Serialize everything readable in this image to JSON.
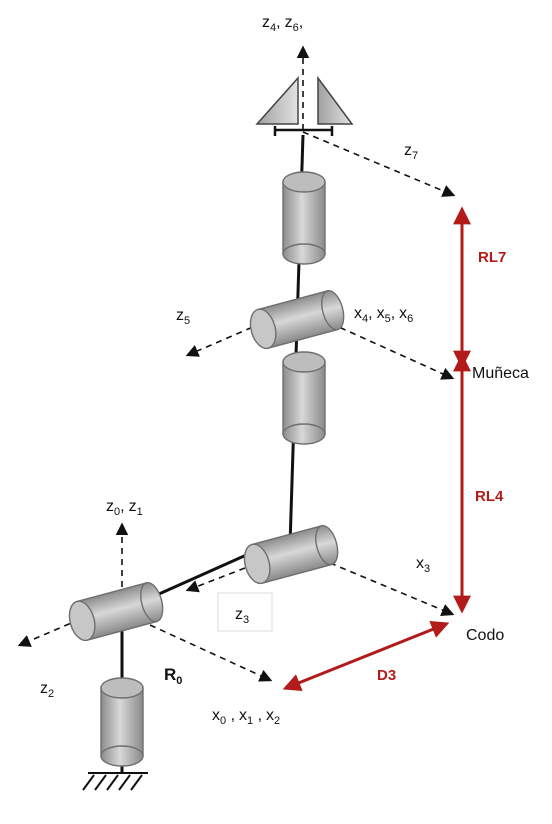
{
  "colors": {
    "link": "#111111",
    "dimension": "#b31b1b",
    "axis": "#111111",
    "joint_body": "#a8a8a8",
    "joint_edge": "#6e6e6e"
  },
  "labels": {
    "z4": {
      "base": "z",
      "sub": "4",
      "after": ","
    },
    "z6": {
      "base": "z",
      "sub": "6",
      "after": ","
    },
    "z7": {
      "base": "z",
      "sub": "7"
    },
    "z5": {
      "base": "z",
      "sub": "5"
    },
    "x4": {
      "base": "x",
      "sub": "4",
      "after": ","
    },
    "x5": {
      "base": "x",
      "sub": "5",
      "after": ","
    },
    "x6": {
      "base": "x",
      "sub": "6"
    },
    "z0": {
      "base": "z",
      "sub": "0",
      "after": ","
    },
    "z1": {
      "base": "z",
      "sub": "1"
    },
    "x3": {
      "base": "x",
      "sub": "3"
    },
    "z3": {
      "base": "z",
      "sub": "3"
    },
    "z2": {
      "base": "z",
      "sub": "2"
    },
    "x0": {
      "base": "x",
      "sub": "0",
      "after": " ,"
    },
    "x1": {
      "base": "x",
      "sub": "1",
      "after": " ,"
    },
    "x2": {
      "base": "x",
      "sub": "2"
    },
    "r0": {
      "base": "R",
      "sub": "0"
    }
  },
  "points": {
    "munieca": "Muñeca",
    "codo": "Codo"
  },
  "dimensions": {
    "rl7": "RL7",
    "rl4": "RL4",
    "d3": "D3"
  }
}
